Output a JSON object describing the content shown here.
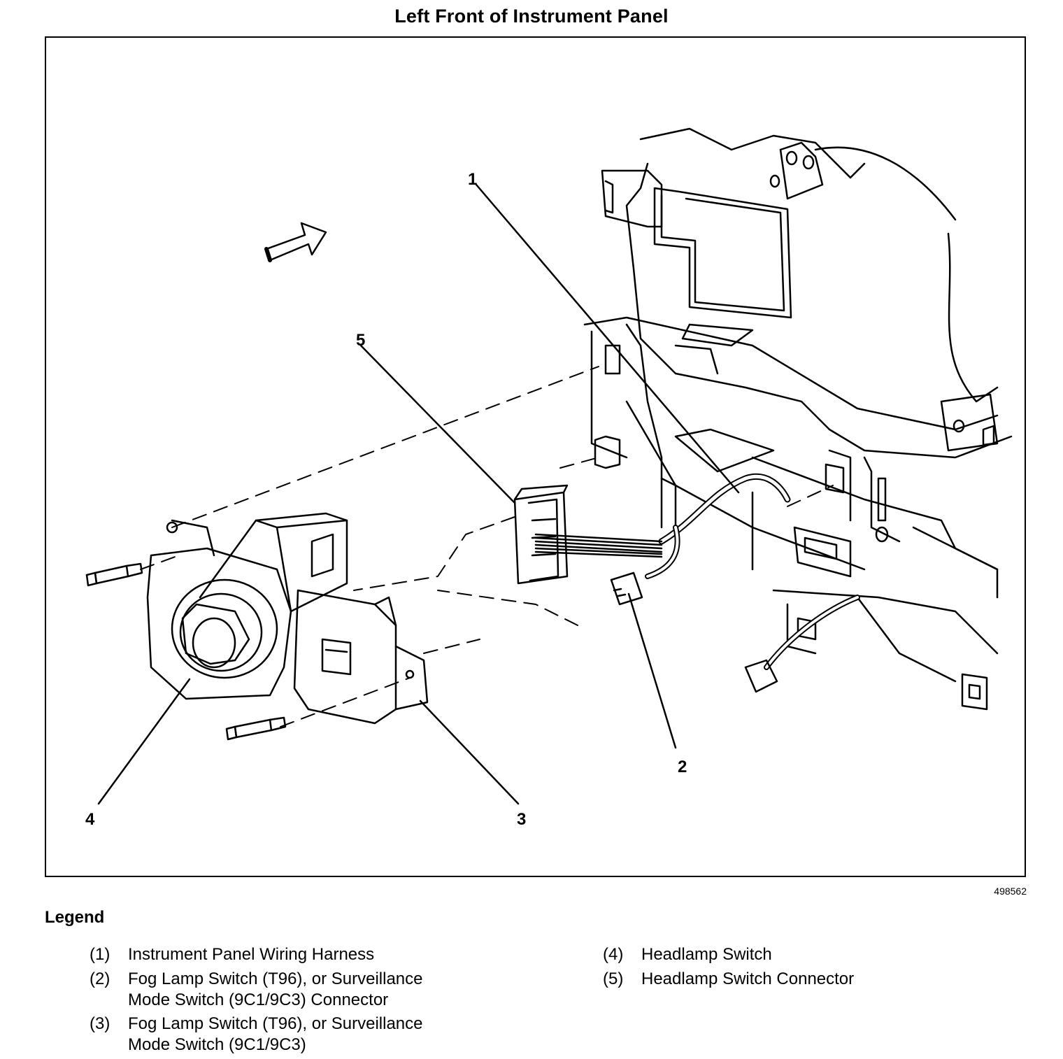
{
  "title": "Left Front of Instrument Panel",
  "figure_id": "498562",
  "callouts": [
    "1",
    "2",
    "3",
    "4",
    "5"
  ],
  "legend": {
    "heading": "Legend",
    "items": [
      {
        "num": "(1)",
        "text": "Instrument Panel Wiring Harness"
      },
      {
        "num": "(2)",
        "text": "Fog Lamp Switch (T96), or Surveillance\nMode Switch (9C1/9C3) Connector"
      },
      {
        "num": "(3)",
        "text": "Fog Lamp Switch (T96), or Surveillance\nMode Switch (9C1/9C3)"
      },
      {
        "num": "(4)",
        "text": "Headlamp Switch"
      },
      {
        "num": "(5)",
        "text": "Headlamp Switch Connector"
      }
    ]
  }
}
